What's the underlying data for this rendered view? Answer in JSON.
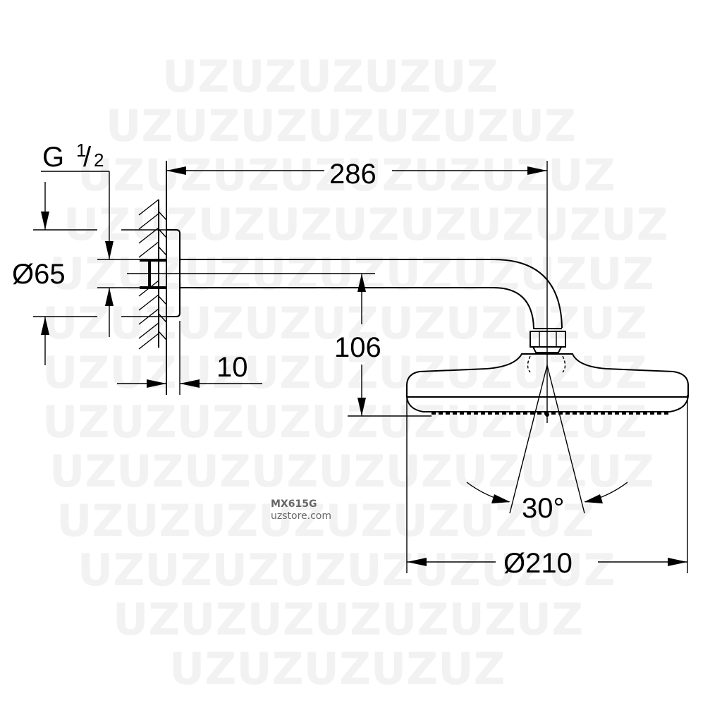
{
  "drawing": {
    "subject": "Shower arm with head shower, dimensioned drawing",
    "dimensions": {
      "thread": {
        "prefix": "G",
        "numerator": "1",
        "slash": "/",
        "denominator": "2"
      },
      "flange_diameter": "Ø65",
      "arm_length": "286",
      "height_drop": "106",
      "flange_depth": "10",
      "spray_angle": "30°",
      "head_diameter": "Ø210"
    },
    "watermark": {
      "pattern_text": "UZ",
      "product_code": "MX615G",
      "site": "uzstore.com"
    },
    "colors": {
      "line": "#000000",
      "background": "#ffffff",
      "watermark": "#f2f2f2",
      "label": "#666666"
    }
  }
}
